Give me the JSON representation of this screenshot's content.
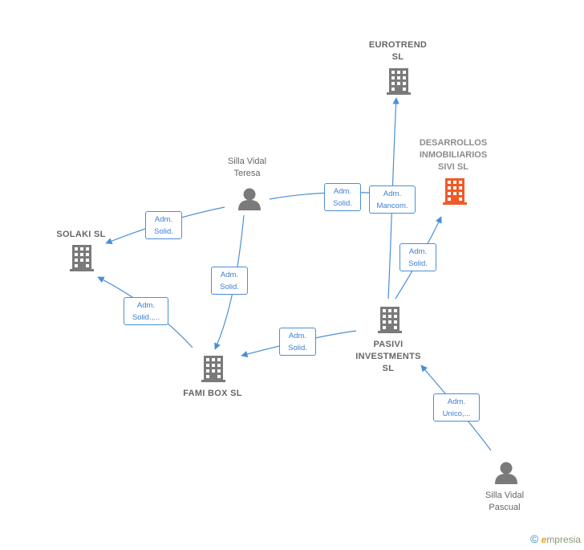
{
  "colors": {
    "edge": "#4a8fd6",
    "node": "#7a7a7a",
    "highlight": "#f05a28"
  },
  "nodes": {
    "eurotrend": {
      "label": "EUROTREND\nSL",
      "icon": "building-icon"
    },
    "desarrollos": {
      "label": "DESARROLLOS\nINMOBILIARIOS\nSIVI  SL",
      "icon": "building-icon-highlight"
    },
    "silla_teresa": {
      "label": "Silla Vidal\nTeresa",
      "icon": "person-icon"
    },
    "solaki": {
      "label": "SOLAKI SL",
      "icon": "building-icon"
    },
    "pasivi": {
      "label": "PASIVI\nINVESTMENTS\nSL",
      "icon": "building-icon"
    },
    "famibox": {
      "label": "FAMI BOX SL",
      "icon": "building-icon"
    },
    "silla_pascual": {
      "label": "Silla Vidal\nPascual",
      "icon": "person-icon"
    }
  },
  "edges": [
    {
      "id": "teresa_desarrollos",
      "label": "Adm.\nSolid."
    },
    {
      "id": "pasivi_desarrollos_mancom",
      "label": "Adm.\nMancom."
    },
    {
      "id": "pasivi_desarrollos",
      "label": "Adm.\nSolid."
    },
    {
      "id": "teresa_solaki",
      "label": "Adm.\nSolid."
    },
    {
      "id": "teresa_famibox",
      "label": "Adm.\nSolid."
    },
    {
      "id": "famibox_solaki",
      "label": "Adm.\nSolid.,..."
    },
    {
      "id": "pasivi_famibox",
      "label": "Adm.\nSolid."
    },
    {
      "id": "pascual_pasivi",
      "label": "Adm.\nUnico,..."
    }
  ],
  "footer": {
    "copyright": "©",
    "brand_e": "e",
    "brand_rest": "mpresia"
  }
}
